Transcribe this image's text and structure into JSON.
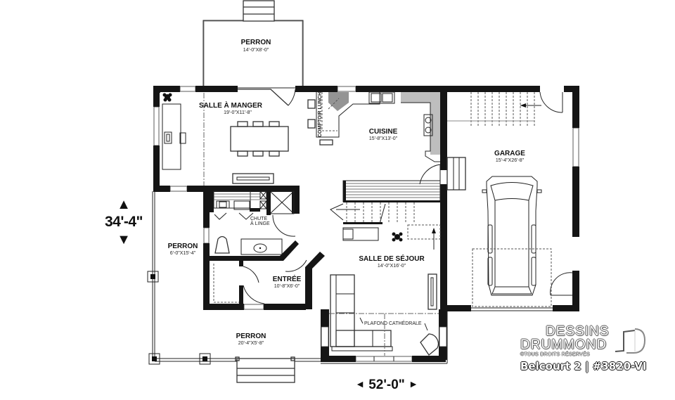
{
  "plan": {
    "title": "Belcourt 2 | #3820-VI",
    "overall_width": "52'-0\"",
    "overall_depth": "34'-4\"",
    "rooms": [
      {
        "id": "perron_arriere",
        "name": "PERRON",
        "dims": "14'-0\"X8'-0\""
      },
      {
        "id": "salle_a_manger",
        "name": "SALLE À MANGER",
        "dims": "19'-0\"X11'-8\""
      },
      {
        "id": "cuisine",
        "name": "CUISINE",
        "dims": "15'-8\"X13'-0\""
      },
      {
        "id": "garage",
        "name": "GARAGE",
        "dims": "15'-4\"X26'-8\""
      },
      {
        "id": "perron_lateral",
        "name": "PERRON",
        "dims": "6'-0\"X15'-4\""
      },
      {
        "id": "salle_de_sejour",
        "name": "SALLE DE SÉJOUR",
        "dims": "14'-0\"X16'-0\""
      },
      {
        "id": "entree",
        "name": "ENTRÉE",
        "dims": "10'-8\"X6'-0\""
      },
      {
        "id": "perron_avant",
        "name": "PERRON",
        "dims": "20'-4\"X5'-8\""
      }
    ],
    "notes": {
      "comptoir_lunch": "COMPTOIR LUNCH",
      "chute_a_linge_1": "CHUTE",
      "chute_a_linge_2": "À LINGE",
      "plafond_cathedrale": "PLAFOND CATHÉDRALE"
    },
    "arrows": {
      "up": "▲",
      "down": "▼",
      "left": "◄",
      "right": "►"
    }
  },
  "branding": {
    "line1": "DESSINS",
    "line2": "DRUMMOND",
    "rights": "©TOUS DROITS RÉSERVÉS",
    "model": "Belcourt 2 | #3820-VI"
  }
}
